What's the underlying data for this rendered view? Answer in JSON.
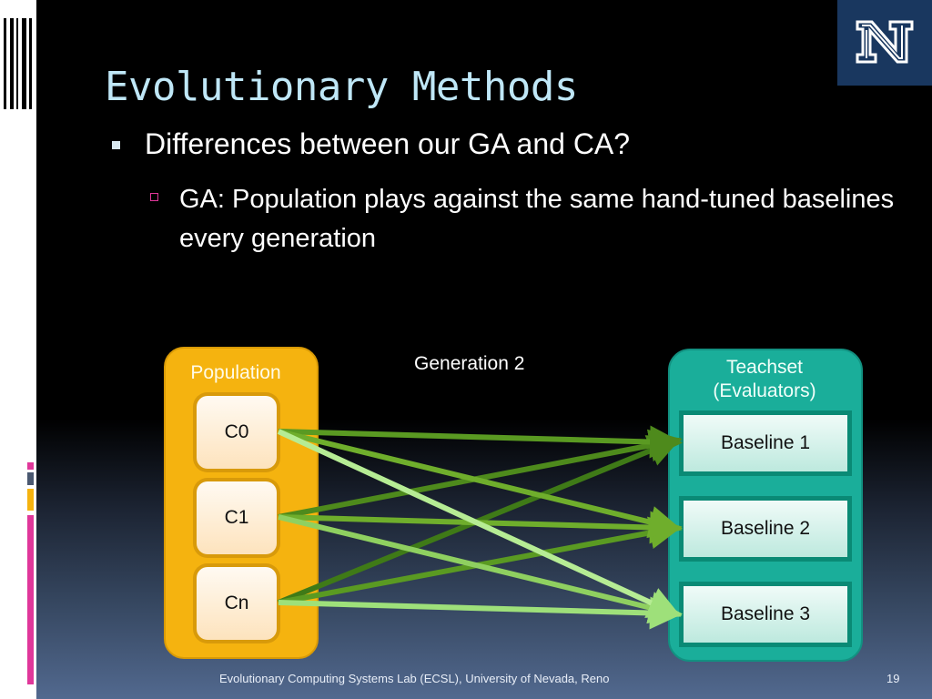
{
  "slide": {
    "title": "Evolutionary Methods",
    "bullet_level1": "Differences between our GA and CA?",
    "bullet_level2": "GA: Population plays against the same hand-tuned baselines every generation"
  },
  "diagram": {
    "population_title": "Population",
    "population_nodes": [
      "C0",
      "C1",
      "Cn"
    ],
    "generation_label": "Generation 2",
    "teachset_title_line1": "Teachset",
    "teachset_title_line2": "(Evaluators)",
    "baselines": [
      "Baseline 1",
      "Baseline 2",
      "Baseline 3"
    ]
  },
  "footer": {
    "text": "Evolutionary Computing Systems Lab (ECSL), University of Nevada, Reno",
    "page_number": "19"
  },
  "colors": {
    "title": "#bfe7f7",
    "population_fill": "#f5b30f",
    "teachset_fill": "#1aae9a",
    "arrow_dark": "#4e8a1c",
    "arrow_mid": "#6fae2c",
    "arrow_light": "#9ee07a",
    "logo_bg": "#19375f"
  },
  "icons": {
    "logo": "university-nevada-N-logo",
    "bullet_primary": "square-bullet",
    "bullet_secondary": "hollow-square-bullet"
  }
}
